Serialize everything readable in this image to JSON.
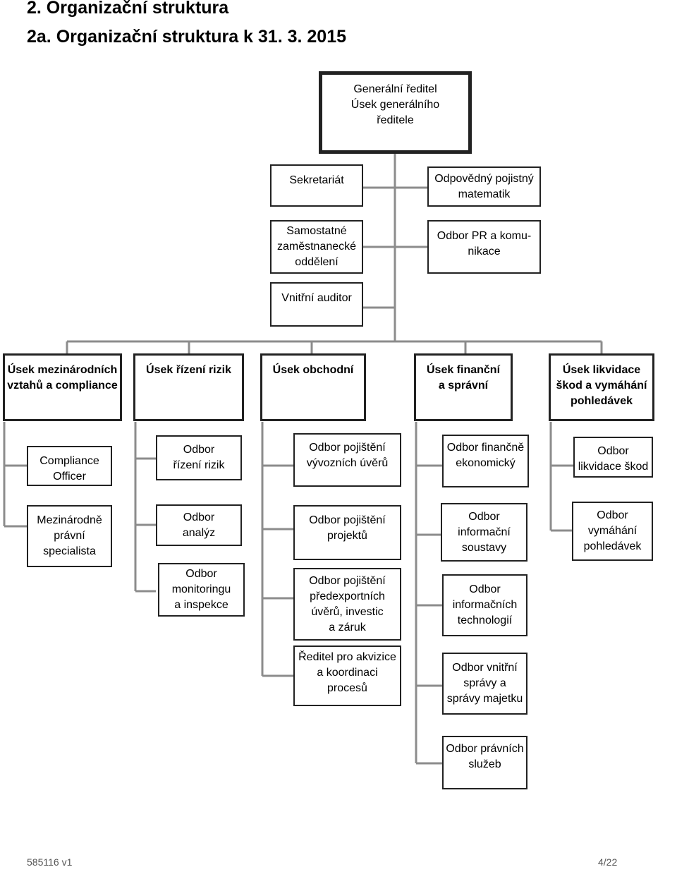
{
  "heading": "2. Organizační struktura",
  "subheading": "2a. Organizační struktura k 31. 3. 2015",
  "chart": {
    "ceo": "Generální ředitel\nÚsek generálního\nředitele",
    "staff": {
      "secretariat": "Sekretariát",
      "actuary": "Odpovědný pojistný\nmatematik",
      "independent": "Samostatné\nzaměstnanecké\noddělení",
      "pr": "Odbor PR a komu-\nnikace",
      "auditor": "Vnitřní auditor"
    },
    "divisions": [
      {
        "label": "Úsek mezinárodních\nvztahů a compliance",
        "units": [
          "Compliance\nOfficer",
          "Mezinárodně\nprávní\nspecialista"
        ]
      },
      {
        "label": "Úsek řízení rizik",
        "units": [
          "Odbor\nřízení rizik",
          "Odbor\nanalýz",
          "Odbor\nmonitoringu\na inspekce"
        ]
      },
      {
        "label": "Úsek obchodní",
        "units": [
          "Odbor pojištění\nvývozních úvěrů",
          "Odbor pojištění\nprojektů",
          "Odbor pojištění\npředexportních\núvěrů, investic\na záruk",
          "Ředitel pro akvizice\na koordinaci\nprocesů"
        ]
      },
      {
        "label": "Úsek finanční\na správní",
        "units": [
          "Odbor finančně\nekonomický",
          "Odbor\ninformační\nsoustavy",
          "Odbor\ninformačních\ntechnologií",
          "Odbor vnitřní\nsprávy a\nsprávy majetku",
          "Odbor právních\nslužeb"
        ]
      },
      {
        "label": "Úsek likvidace\nškod a vymáhání\npohledávek",
        "units": [
          "Odbor\nlikvidace škod",
          "Odbor\nvymáhání\npohledávek"
        ]
      }
    ]
  },
  "footer": {
    "doc_id": "585116 v1",
    "page": "4/22"
  }
}
